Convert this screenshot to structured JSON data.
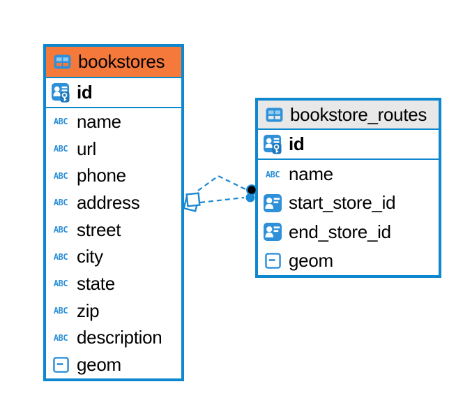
{
  "diagram": {
    "type": "entity-relationship",
    "colors": {
      "table_border_blue": "#0D87CE",
      "icon_blue": "#2E90D9",
      "icon_light_blue": "#90CAF0",
      "header_orange": "#F5793B",
      "header_gray": "#E8E8E8",
      "relationship_blue": "#1B88D2",
      "text": "#000000"
    },
    "icons": {
      "text_type_glyph": "ABC"
    },
    "tables": [
      {
        "name": "bookstores",
        "header_style": "orange",
        "columns": [
          {
            "name": "id",
            "type_icon": "primary-key"
          },
          {
            "name": "name",
            "type_icon": "text"
          },
          {
            "name": "url",
            "type_icon": "text"
          },
          {
            "name": "phone",
            "type_icon": "text"
          },
          {
            "name": "address",
            "type_icon": "text"
          },
          {
            "name": "street",
            "type_icon": "text"
          },
          {
            "name": "city",
            "type_icon": "text"
          },
          {
            "name": "state",
            "type_icon": "text"
          },
          {
            "name": "zip",
            "type_icon": "text"
          },
          {
            "name": "description",
            "type_icon": "text"
          },
          {
            "name": "geom",
            "type_icon": "object"
          }
        ]
      },
      {
        "name": "bookstore_routes",
        "header_style": "gray",
        "columns": [
          {
            "name": "id",
            "type_icon": "primary-key"
          },
          {
            "name": "name",
            "type_icon": "text"
          },
          {
            "name": "start_store_id",
            "type_icon": "reference"
          },
          {
            "name": "end_store_id",
            "type_icon": "reference"
          },
          {
            "name": "geom",
            "type_icon": "object"
          }
        ]
      }
    ],
    "relationships": [
      {
        "from_table": "bookstores",
        "to_table": "bookstore_routes",
        "line_style": "dashed",
        "start_marker": "stacked-diamond",
        "end_marker": "dot"
      },
      {
        "from_table": "bookstores",
        "to_table": "bookstore_routes",
        "line_style": "dashed",
        "start_marker": "stacked-diamond",
        "end_marker": "dot"
      }
    ]
  }
}
